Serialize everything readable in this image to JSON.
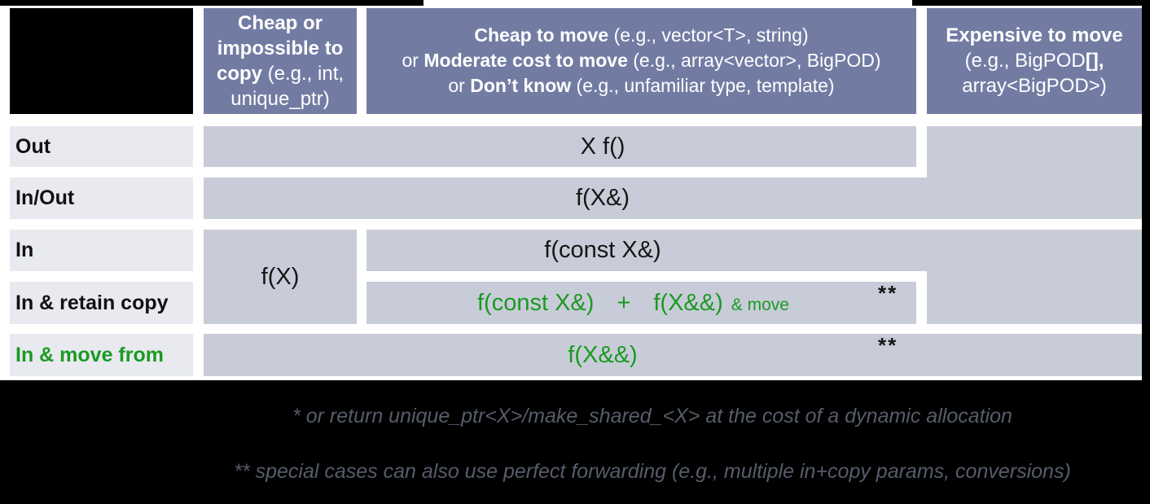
{
  "table": {
    "column_headers": {
      "col1": {
        "line1_bold": "Cheap or",
        "line2_bold": "impossible to",
        "line3_bold": "copy",
        "line3_rest": " (e.g., int,",
        "line4": "unique_ptr)"
      },
      "col2": {
        "line1_bold": "Cheap to move",
        "line1_rest": " (e.g., vector<T>, string)",
        "line2_prefix": "or ",
        "line2_bold": "Moderate cost to move",
        "line2_rest": " (e.g., array<vector>, BigPOD)",
        "line3_prefix": "or ",
        "line3_bold": "Don’t know",
        "line3_rest": " (e.g., unfamiliar type, template)"
      },
      "col3": {
        "line1_bold": "Expensive to move",
        "line2_pre": "(e.g., BigPOD",
        "line2_bold": "[],",
        "line3": "array<BigPOD>)"
      }
    },
    "rows": [
      {
        "label": "Out"
      },
      {
        "label": "In/Out"
      },
      {
        "label": "In"
      },
      {
        "label": "In & retain copy"
      },
      {
        "label": "In & move from"
      }
    ],
    "cells": {
      "out_code": "X f()",
      "inout_code": "f(X&)",
      "in_cheap_copy_code": "f(X)",
      "in_code": "f(const X&)",
      "retain": {
        "left": "f(const X&)",
        "plus": "+",
        "right": "f(X&&)",
        "suffix": "& move",
        "stars": "**"
      },
      "movefrom": {
        "code": "f(X&&)",
        "stars": "**"
      }
    }
  },
  "footnotes": {
    "note1": "* or return unique_ptr<X>/make_shared_<X> at the cost of a dynamic allocation",
    "note2": "** special cases can also use perfect forwarding (e.g., multiple in+copy params, conversions)"
  },
  "colors": {
    "header_bg": "#727CA3",
    "cell_bg": "#C8CCD8",
    "row_label_bg": "#E8EAF0",
    "green_accent": "#1B9A22",
    "footnote_gray": "#565C6A",
    "page_bg": "#000000",
    "slide_bg": "#FFFFFF"
  }
}
